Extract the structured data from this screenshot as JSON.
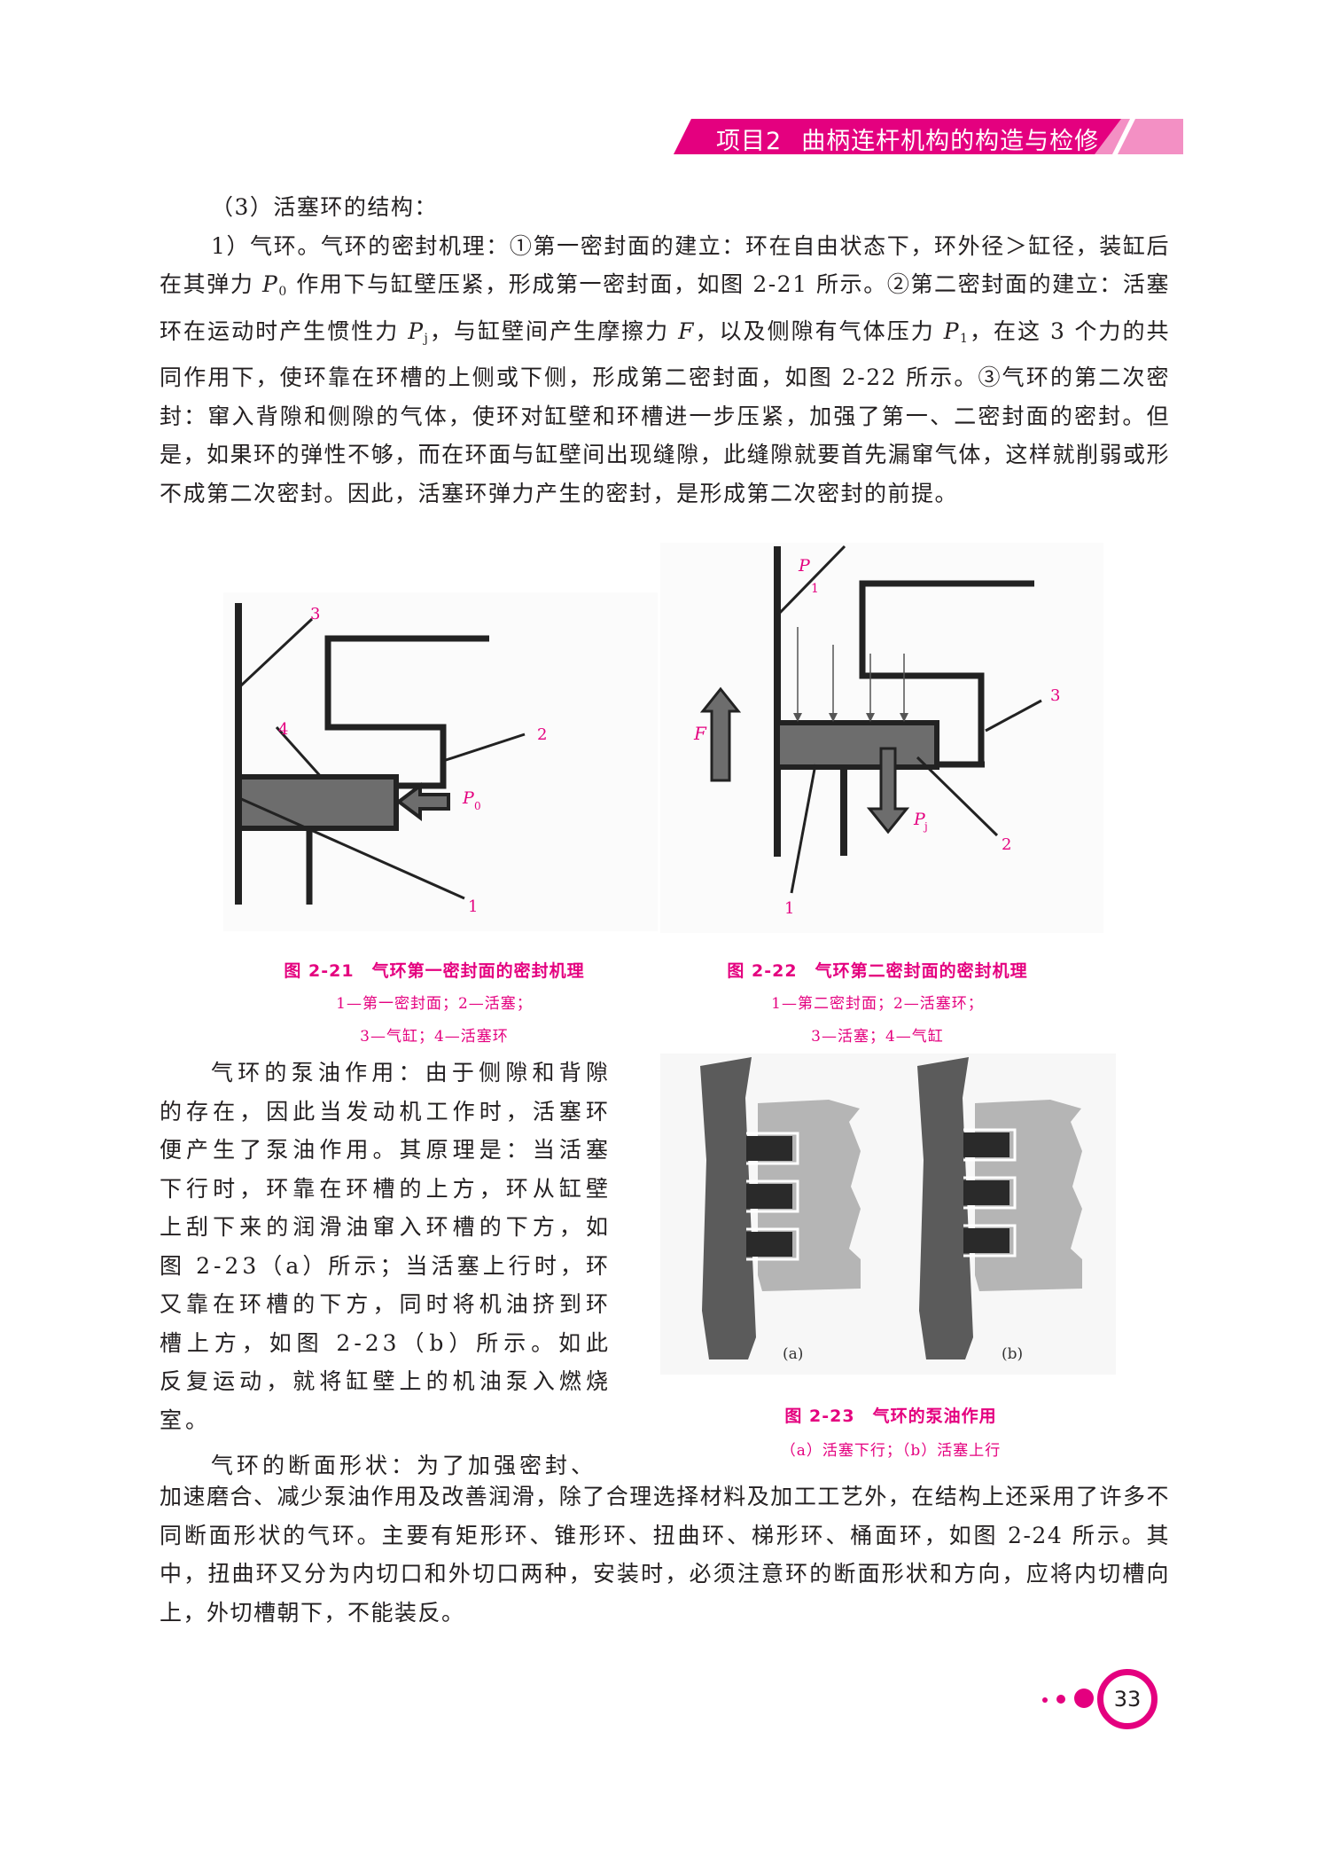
{
  "header": {
    "project": "项目2",
    "title": "曲柄连杆机构的构造与检修"
  },
  "section_heading": "（3）活塞环的结构：",
  "para1": {
    "a": "1）气环。气环的密封机理：①第一密封面的建立：环在自由状态下，环外径＞缸径，装缸后在其弹力 ",
    "p0": "P",
    "p0sub": "0",
    "b": " 作用下与缸壁压紧，形成第一密封面，如图 2-21 所示。②第二密封面的建立：活塞环在运动时产生惯性力 ",
    "pj": "P",
    "pjsub": "j",
    "c": "，与缸壁间产生摩擦力 ",
    "f": "F",
    "d": "，以及侧隙有气体压力 ",
    "p1": "P",
    "p1sub": "1",
    "e": "，在这 3 个力的共同作用下，使环靠在环槽的上侧或下侧，形成第二密封面，如图 2-22 所示。③气环的第二次密封：窜入背隙和侧隙的气体，使环对缸壁和环槽进一步压紧，加强了第一、二密封面的密封。但是，如果环的弹性不够，而在环面与缸壁间出现缝隙，此缝隙就要首先漏窜气体，这样就削弱或形不成第二次密封。因此，活塞环弹力产生的密封，是形成第二次密封的前提。"
  },
  "fig21": {
    "labels": {
      "n1": "1",
      "n2": "2",
      "n3": "3",
      "n4": "4",
      "p": "P",
      "psub": "0"
    },
    "title": "图 2-21　气环第一密封面的密封机理",
    "legend1": "1—第一密封面；2—活塞；",
    "legend2": "3—气缸；4—活塞环"
  },
  "fig22": {
    "labels": {
      "n1": "1",
      "n2": "2",
      "n3": "3",
      "p1": "P",
      "p1sub": "1",
      "f": "F",
      "pj": "P",
      "pjsub": "j"
    },
    "title": "图 2-22　气环第二密封面的密封机理",
    "legend1": "1—第二密封面；2—活塞环；",
    "legend2": "3—活塞；4—气缸"
  },
  "fig23": {
    "label_a": "(a)",
    "label_b": "(b)",
    "title": "图 2-23　气环的泵油作用",
    "legend": "（a）活塞下行；（b）活塞上行"
  },
  "pump_para": "气环的泵油作用：由于侧隙和背隙的存在，因此当发动机工作时，活塞环便产生了泵油作用。其原理是：当活塞下行时，环靠在环槽的上方，环从缸壁上刮下来的润滑油窜入环槽的下方，如图 2-23（a）所示；当活塞上行时，环又靠在环槽的下方，同时将机油挤到环槽上方，如图 2-23（b）所示。如此反复运动，就将缸壁上的机油泵入燃烧室。",
  "section_para_start": "气环的断面形状：为了加强密封、",
  "section_para_rest": "加速磨合、减少泵油作用及改善润滑，除了合理选择材料及加工工艺外，在结构上还采用了许多不同断面形状的气环。主要有矩形环、锥形环、扭曲环、梯形环、桶面环，如图 2-24 所示。其中，扭曲环又分为内切口和外切口两种，安装时，必须注意环的断面形状和方向，应将内切槽向上，外切槽朝下，不能装反。",
  "page_number": "33",
  "colors": {
    "accent": "#e4007f",
    "header_light": "#f48fc4"
  }
}
